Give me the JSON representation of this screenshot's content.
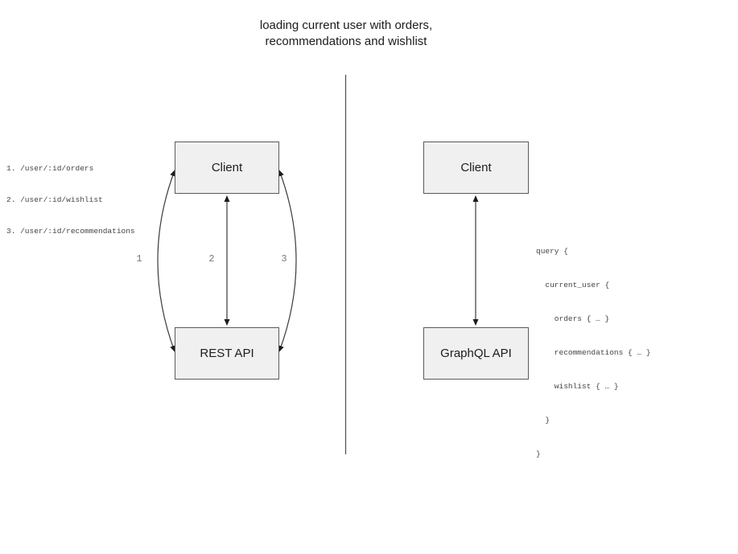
{
  "title": {
    "line1": "loading current user with orders,",
    "line2": "recommendations and wishlist"
  },
  "left_panel": {
    "endpoints": [
      "1. /user/:id/orders",
      "2. /user/:id/wishlist",
      "3. /user/:id/recommendations"
    ],
    "client_label": "Client",
    "api_label": "REST API",
    "connector_labels": [
      "1",
      "2",
      "3"
    ]
  },
  "right_panel": {
    "client_label": "Client",
    "api_label": "GraphQL API",
    "query_lines": [
      "query {",
      "  current_user {",
      "    orders { … }",
      "    recommendations { … }",
      "    wishlist { … }",
      "  }",
      "}"
    ]
  },
  "colors": {
    "box_fill": "#f0f0f0",
    "box_border": "#5a5a5a",
    "arrow": "#3a3a3a",
    "divider": "#555555",
    "mono_text": "#444444",
    "connector_label_text": "#787878"
  }
}
